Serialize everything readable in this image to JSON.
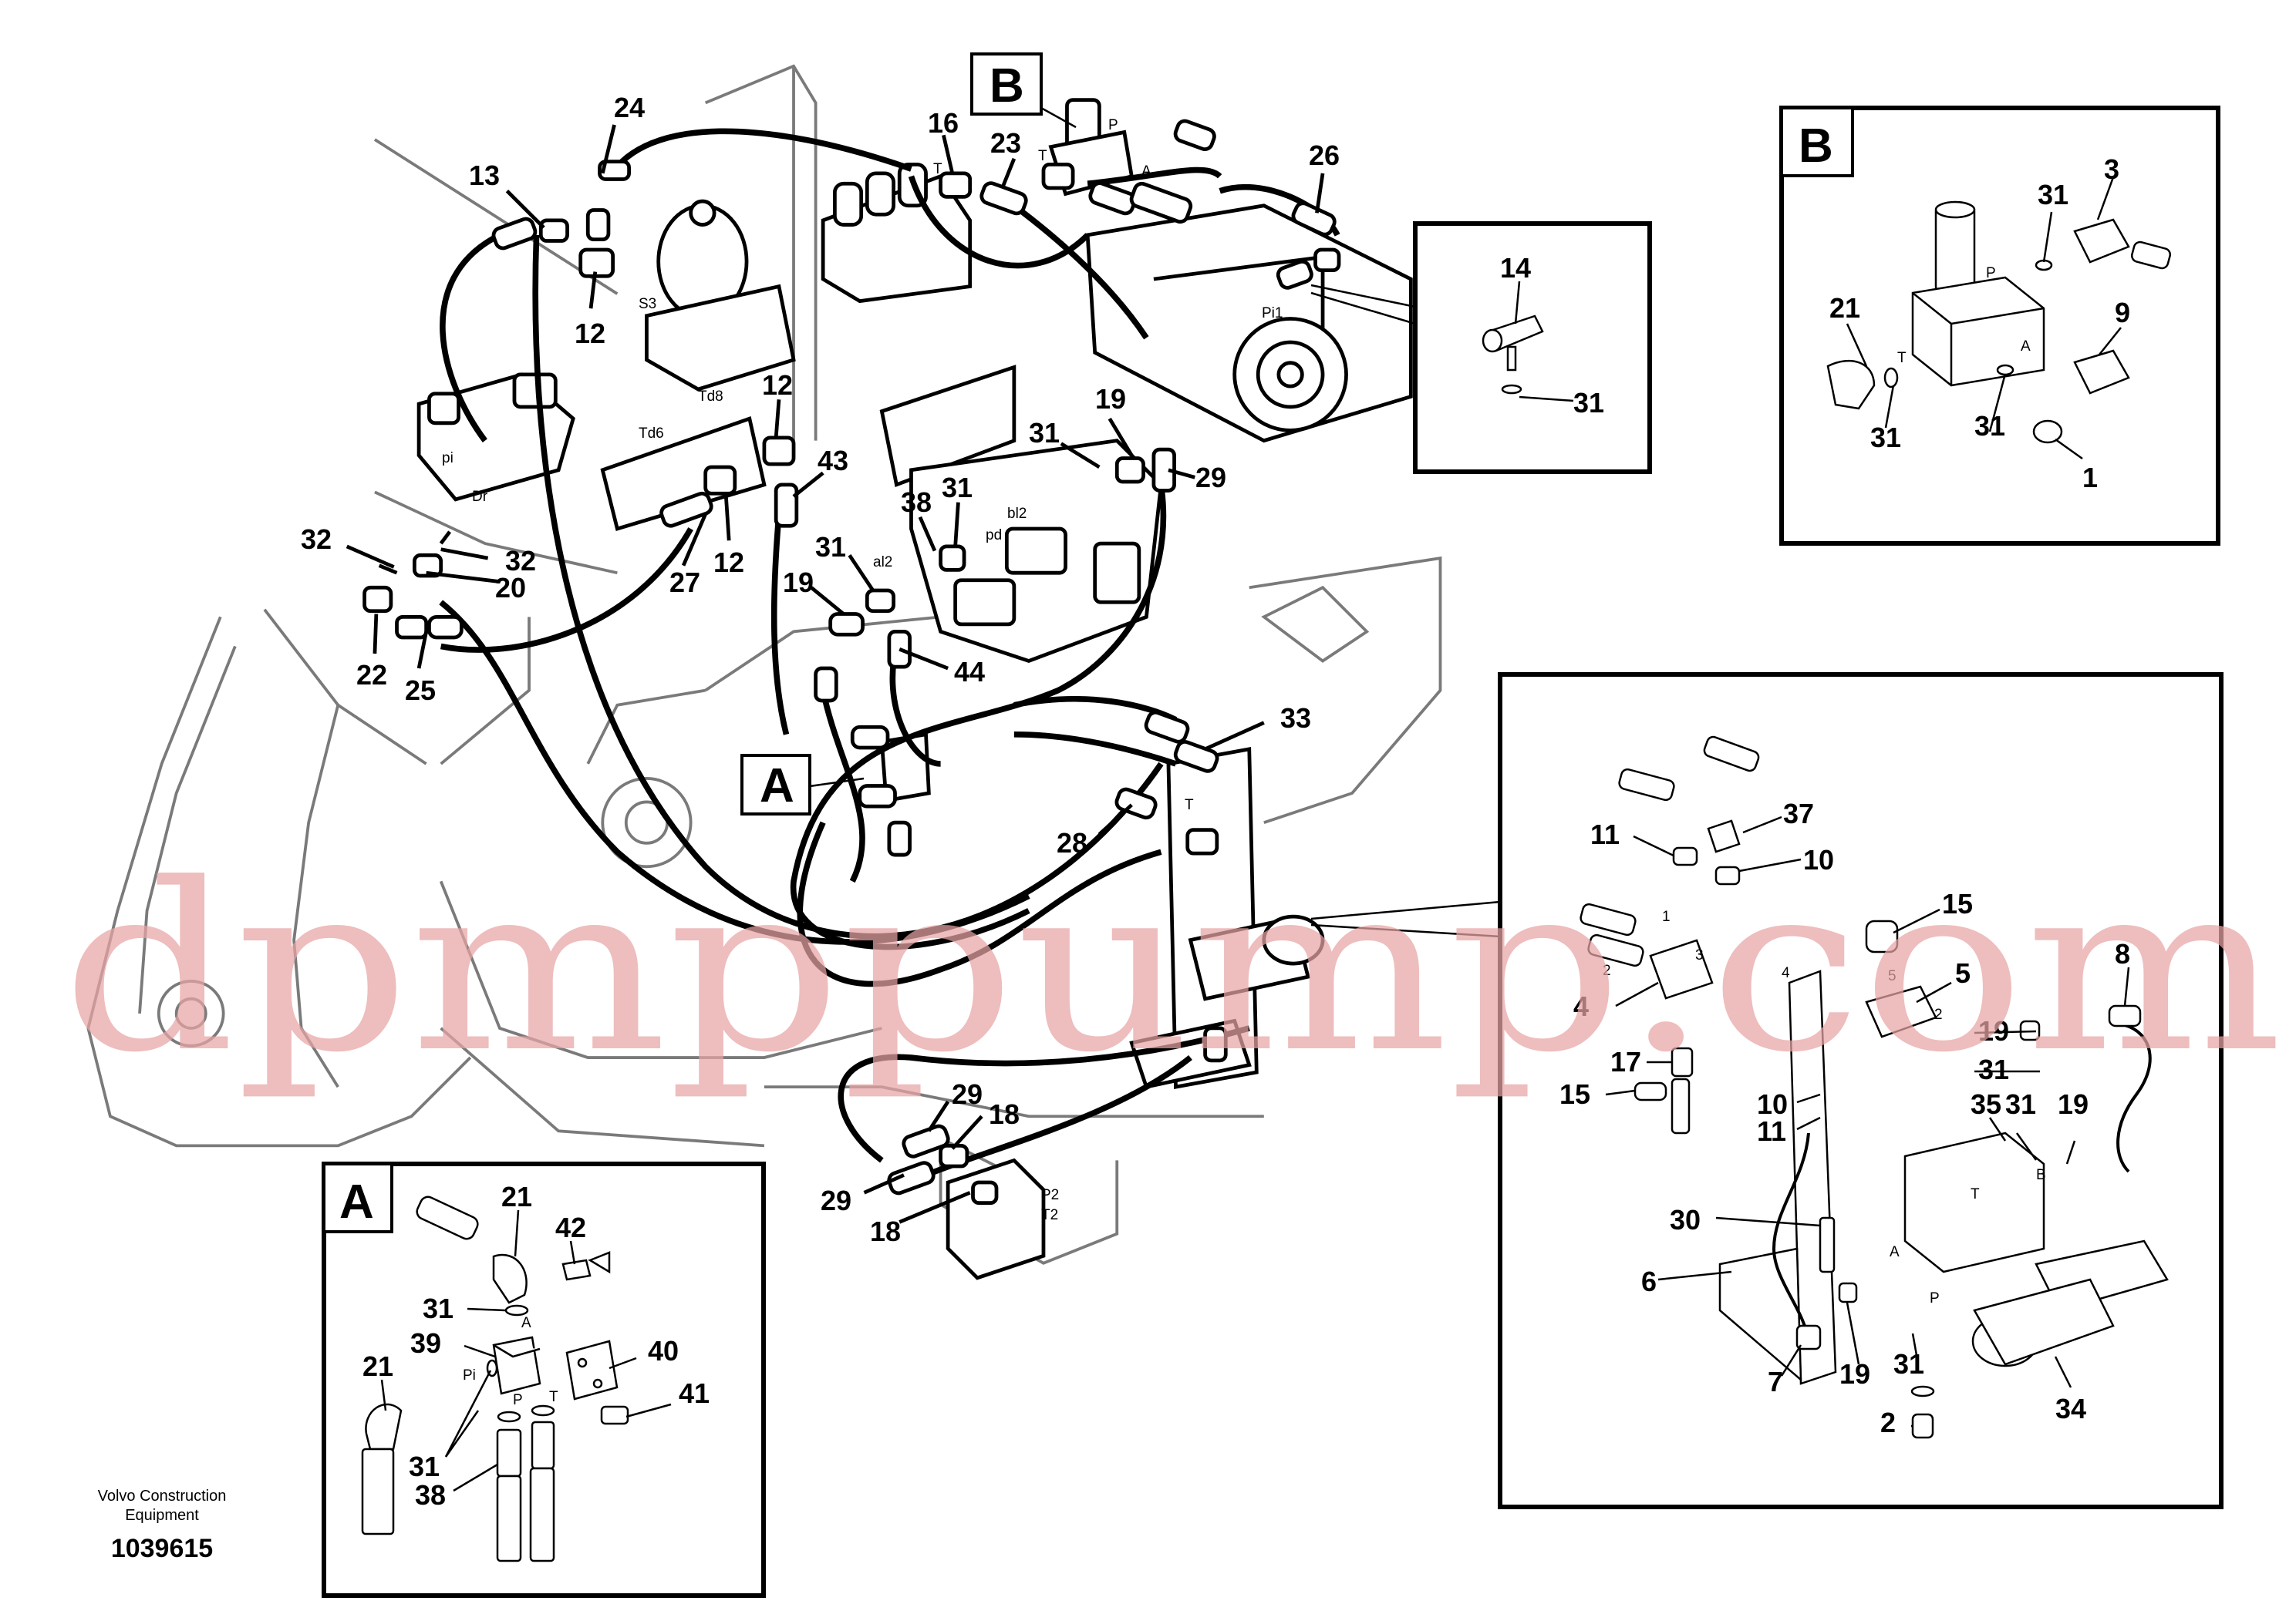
{
  "diagram": {
    "watermark": "dpmppump.com",
    "footer": {
      "brand_line1": "Volvo Construction",
      "brand_line2": "Equipment",
      "drawing_number": "1039615"
    },
    "main_callouts": [
      "24",
      "13",
      "12",
      "16",
      "23",
      "26",
      "12",
      "19",
      "31",
      "43",
      "29",
      "38",
      "31",
      "27",
      "12",
      "32",
      "32",
      "20",
      "31",
      "19",
      "22",
      "25",
      "44",
      "33",
      "28",
      "29",
      "18",
      "29",
      "18"
    ],
    "port_labels": [
      "S3",
      "Td8",
      "Td6",
      "pi",
      "Dr",
      "T",
      "P",
      "A",
      "T",
      "Pi1",
      "bl2",
      "pd",
      "al2",
      "T",
      "P2",
      "T2"
    ],
    "detail_tags": {
      "a": "A",
      "b": "B"
    },
    "detail_b": {
      "tag": "B",
      "callouts": [
        "3",
        "31",
        "21",
        "9",
        "31",
        "31",
        "1"
      ],
      "ports": [
        "P",
        "T",
        "A"
      ]
    },
    "detail_14": {
      "callouts": [
        "14",
        "31"
      ]
    },
    "detail_a": {
      "tag": "A",
      "callouts": [
        "21",
        "42",
        "31",
        "39",
        "40",
        "21",
        "41",
        "31",
        "38"
      ],
      "ports": [
        "A",
        "Pi",
        "P",
        "T"
      ]
    },
    "detail_right": {
      "callouts": [
        "37",
        "11",
        "10",
        "15",
        "4",
        "5",
        "8",
        "17",
        "19",
        "31",
        "15",
        "10",
        "11",
        "35",
        "31",
        "19",
        "30",
        "6",
        "7",
        "19",
        "31",
        "2",
        "34"
      ],
      "ports": [
        "1",
        "2",
        "3",
        "4",
        "5",
        "2",
        "T",
        "B",
        "A",
        "P"
      ]
    }
  }
}
